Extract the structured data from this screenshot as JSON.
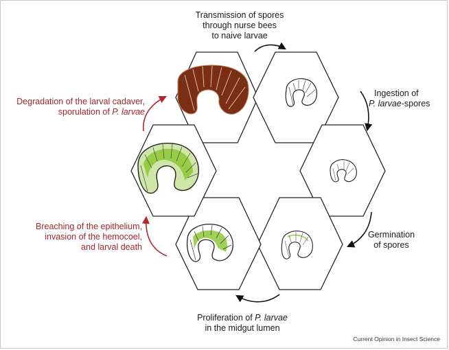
{
  "labels": {
    "transmission": [
      "Transmission of spores",
      "through nurse bees",
      "to naive larvae"
    ],
    "ingestion_line1": "Ingestion of",
    "ingestion_species": "P. larvae",
    "ingestion_rest": "-spores",
    "germination": [
      "Germination",
      "of spores"
    ],
    "proliferation_line1_prefix": "Proliferation of ",
    "proliferation_species": "P. larvae",
    "proliferation_line2": "in the midgut lumen",
    "breaching": [
      "Breaching of the epithelium,",
      "invasion of the hemocoel,",
      "and larval death"
    ],
    "degradation_line1": "Degradation of the larval cadaver,",
    "degradation_line2_prefix": "sporulation of ",
    "degradation_species": "P. larvae"
  },
  "credit": "Current Opinion in Insect Science",
  "colors": {
    "arrow_black": "#111111",
    "arrow_red": "#b5262f",
    "cadaver_brown": "#7a2e14",
    "bacteria_green": "#8fc93a",
    "red_text": "#a5252e"
  }
}
